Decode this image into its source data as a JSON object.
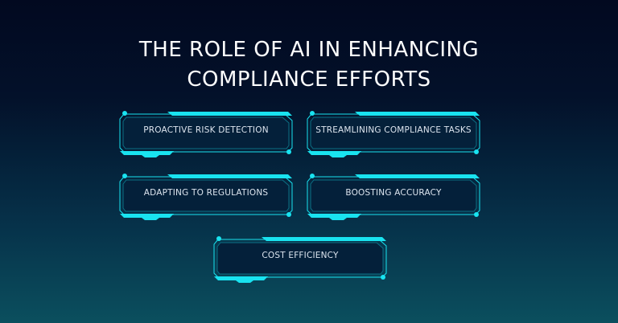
{
  "title_lines": [
    "THE ROLE OF AI IN ENHANCING",
    "COMPLIANCE EFFORTS"
  ],
  "items": [
    {
      "label": "PROACTIVE RISK DETECTION"
    },
    {
      "label": "STREAMLINING COMPLIANCE TASKS"
    },
    {
      "label": "ADAPTING TO REGULATIONS"
    },
    {
      "label": "BOOSTING ACCURACY"
    },
    {
      "label": "COST EFFICIENCY"
    }
  ],
  "colors": {
    "accent": "#19e3f0",
    "box_fill": "#04203a"
  }
}
